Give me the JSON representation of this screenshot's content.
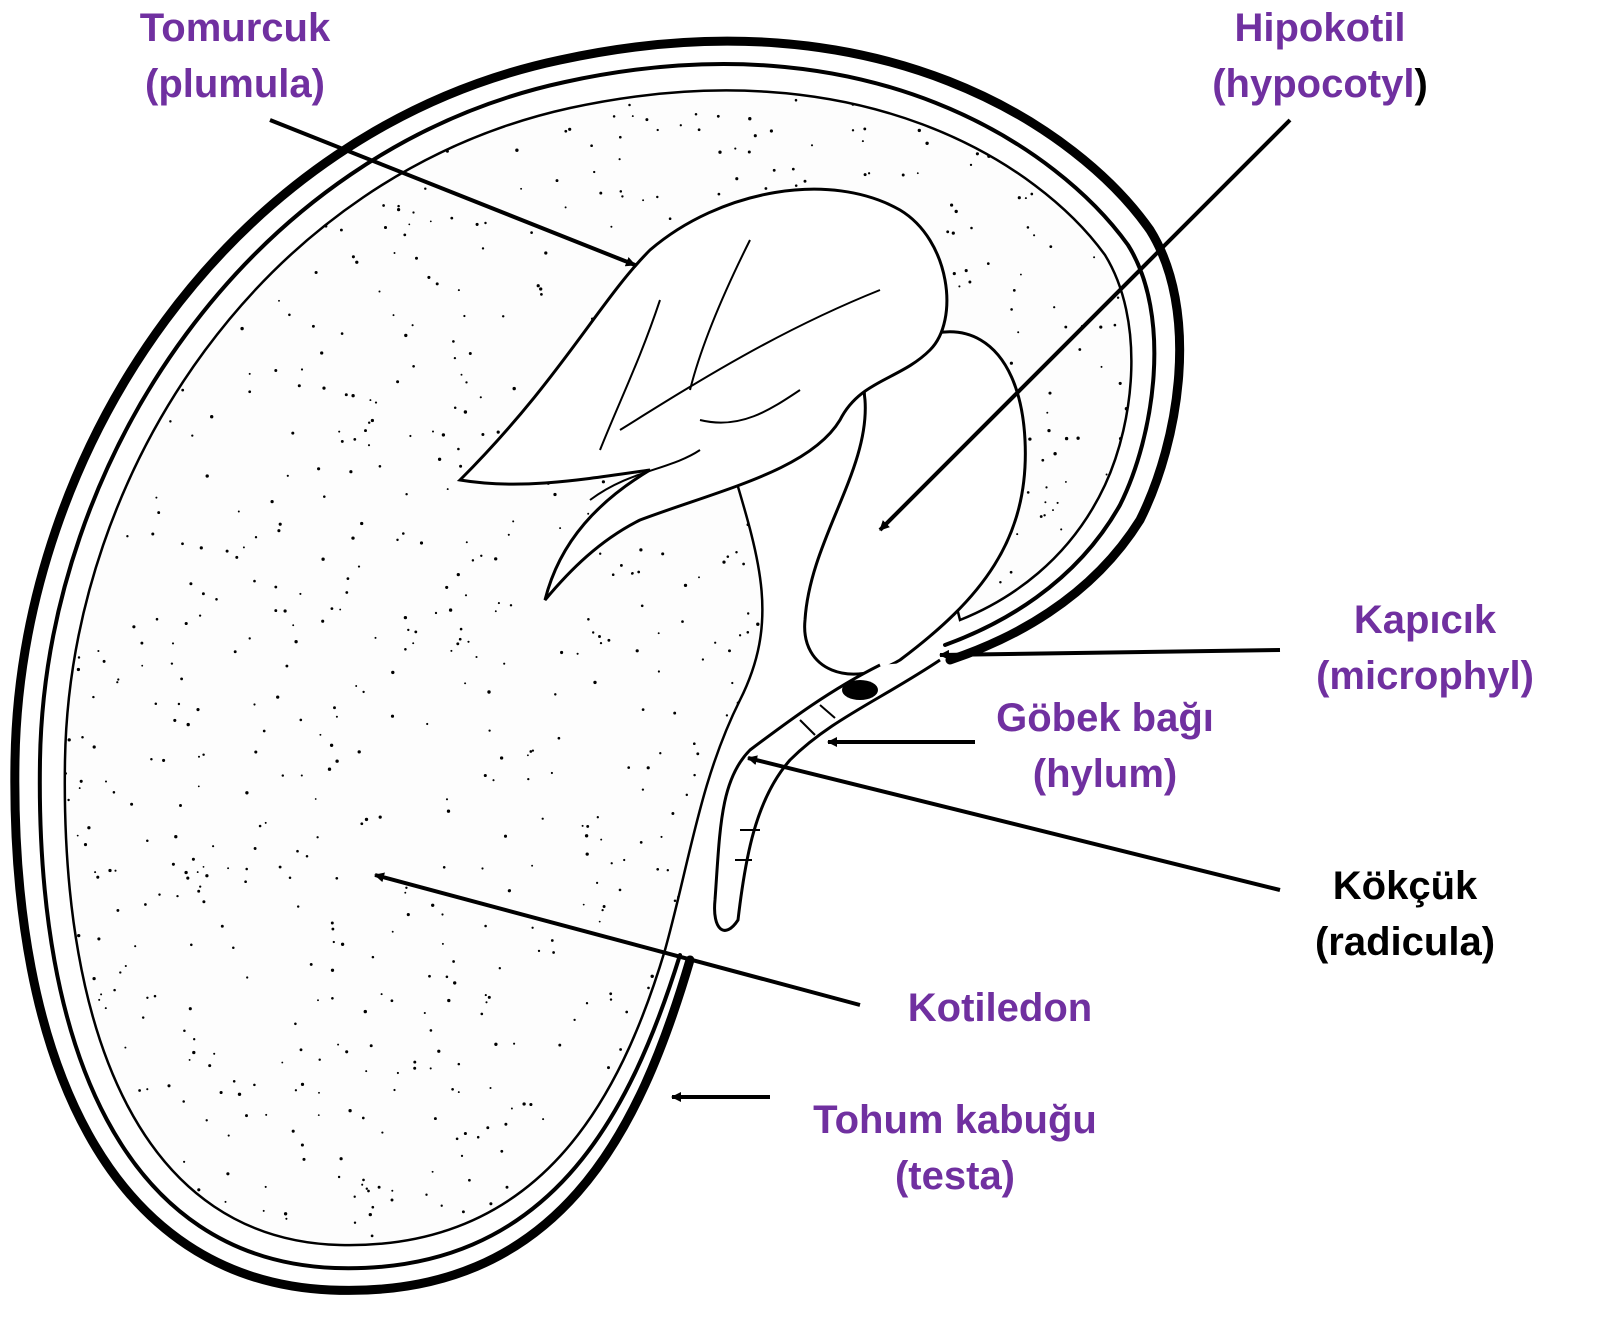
{
  "colors": {
    "label_purple": "#7030a0",
    "label_black": "#000000",
    "line": "#000000",
    "background": "#ffffff"
  },
  "labels": {
    "plumula": {
      "name": "Tomurcuk",
      "latin": "(plumula)"
    },
    "hypocotyl": {
      "name": "Hipokotil",
      "latin": "(hypocotyl",
      "latin_close": ")"
    },
    "micropyle": {
      "name": "Kapıcık",
      "latin": "(microphyl)"
    },
    "hilum": {
      "name": "Göbek bağı",
      "latin": "(hylum)"
    },
    "radicle": {
      "name": "Kökçük",
      "latin": "(radicula)"
    },
    "cotyledon": {
      "name": "Kotiledon"
    },
    "testa": {
      "name": "Tohum kabuğu",
      "latin": "(testa)"
    }
  }
}
